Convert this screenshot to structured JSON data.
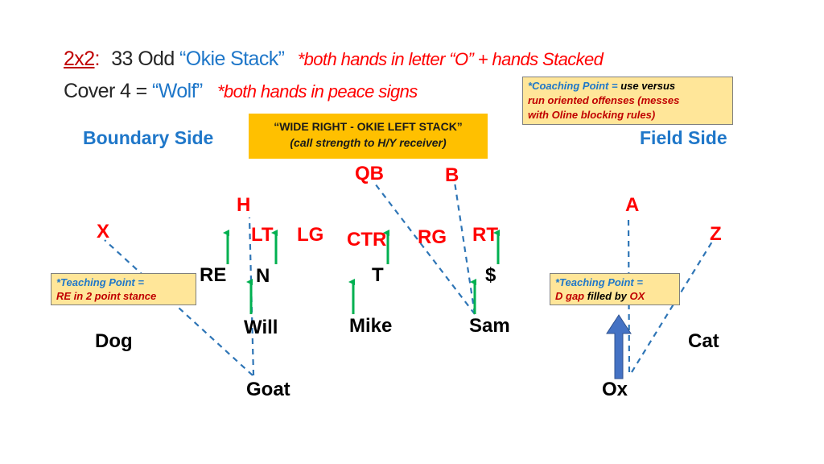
{
  "title": {
    "formation_code": "2x2",
    "formation_sep": ":",
    "front": "33 Odd",
    "front_name": "“Okie Stack”",
    "front_signal": "*both hands in letter “O” + hands Stacked",
    "coverage": "Cover 4 =",
    "coverage_name": "“Wolf”",
    "coverage_signal": "*both hands in peace signs"
  },
  "coaching_point": {
    "lead": "*Coaching Point =",
    "body1": "use versus",
    "body2": "run oriented offenses (messes",
    "body3": "with Oline blocking rules)"
  },
  "call_box": {
    "line1": "“WIDE RIGHT - OKIE LEFT STACK”",
    "line2": "(call strength to H/Y receiver)"
  },
  "sides": {
    "boundary": "Boundary Side",
    "field": "Field Side"
  },
  "offense": {
    "qb": "QB",
    "b": "B",
    "h": "H",
    "a": "A",
    "x": "X",
    "z": "Z",
    "lt": "LT",
    "lg": "LG",
    "ctr": "CTR",
    "rg": "RG",
    "rt": "RT"
  },
  "defense": {
    "re": "RE",
    "n": "N",
    "t": "T",
    "dollar": "$",
    "will": "Will",
    "mike": "Mike",
    "sam": "Sam",
    "dog": "Dog",
    "cat": "Cat",
    "goat": "Goat",
    "ox": "Ox"
  },
  "teaching_left": {
    "lead": "*Teaching Point =",
    "body": "RE in 2 point stance"
  },
  "teaching_right": {
    "lead": "*Teaching Point =",
    "body_gap": "D gap",
    "body_mid": "filled by",
    "body_ox": "OX"
  },
  "colors": {
    "title_blue": "#1f77c9",
    "signal_red": "#ff0000",
    "offense_red": "#ff0000",
    "call_box": "#ffc000",
    "note_box": "#ffe699",
    "arrow_green": "#00b050",
    "dash_blue": "#2e75b6",
    "ox_arrow": "#4472c4"
  }
}
